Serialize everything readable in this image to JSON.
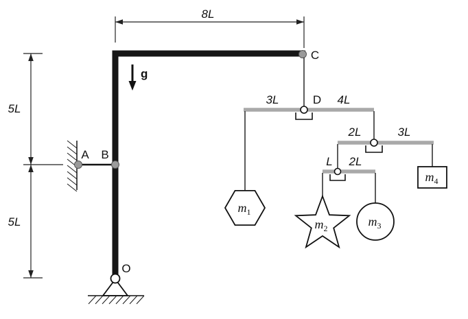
{
  "figure": {
    "type": "statics-lever-diagram",
    "gravity": "g",
    "points": {
      "A": "A",
      "B": "B",
      "C": "C",
      "D": "D",
      "O": "O"
    },
    "dims": {
      "top": "8L",
      "left_upper": "5L",
      "left_lower": "5L"
    },
    "levers": [
      {
        "left": "3L",
        "right": "4L"
      },
      {
        "left": "2L",
        "right": "3L"
      },
      {
        "left": "L",
        "right": "2L"
      }
    ],
    "masses": [
      {
        "base": "m",
        "sub": "1",
        "shape": "hexagon"
      },
      {
        "base": "m",
        "sub": "2",
        "shape": "star"
      },
      {
        "base": "m",
        "sub": "3",
        "shape": "circle"
      },
      {
        "base": "m",
        "sub": "4",
        "shape": "box"
      }
    ],
    "colors": {
      "beam": "#161616",
      "lever": "#a9a9a9",
      "joint_fill": "#9b9b9b"
    }
  }
}
